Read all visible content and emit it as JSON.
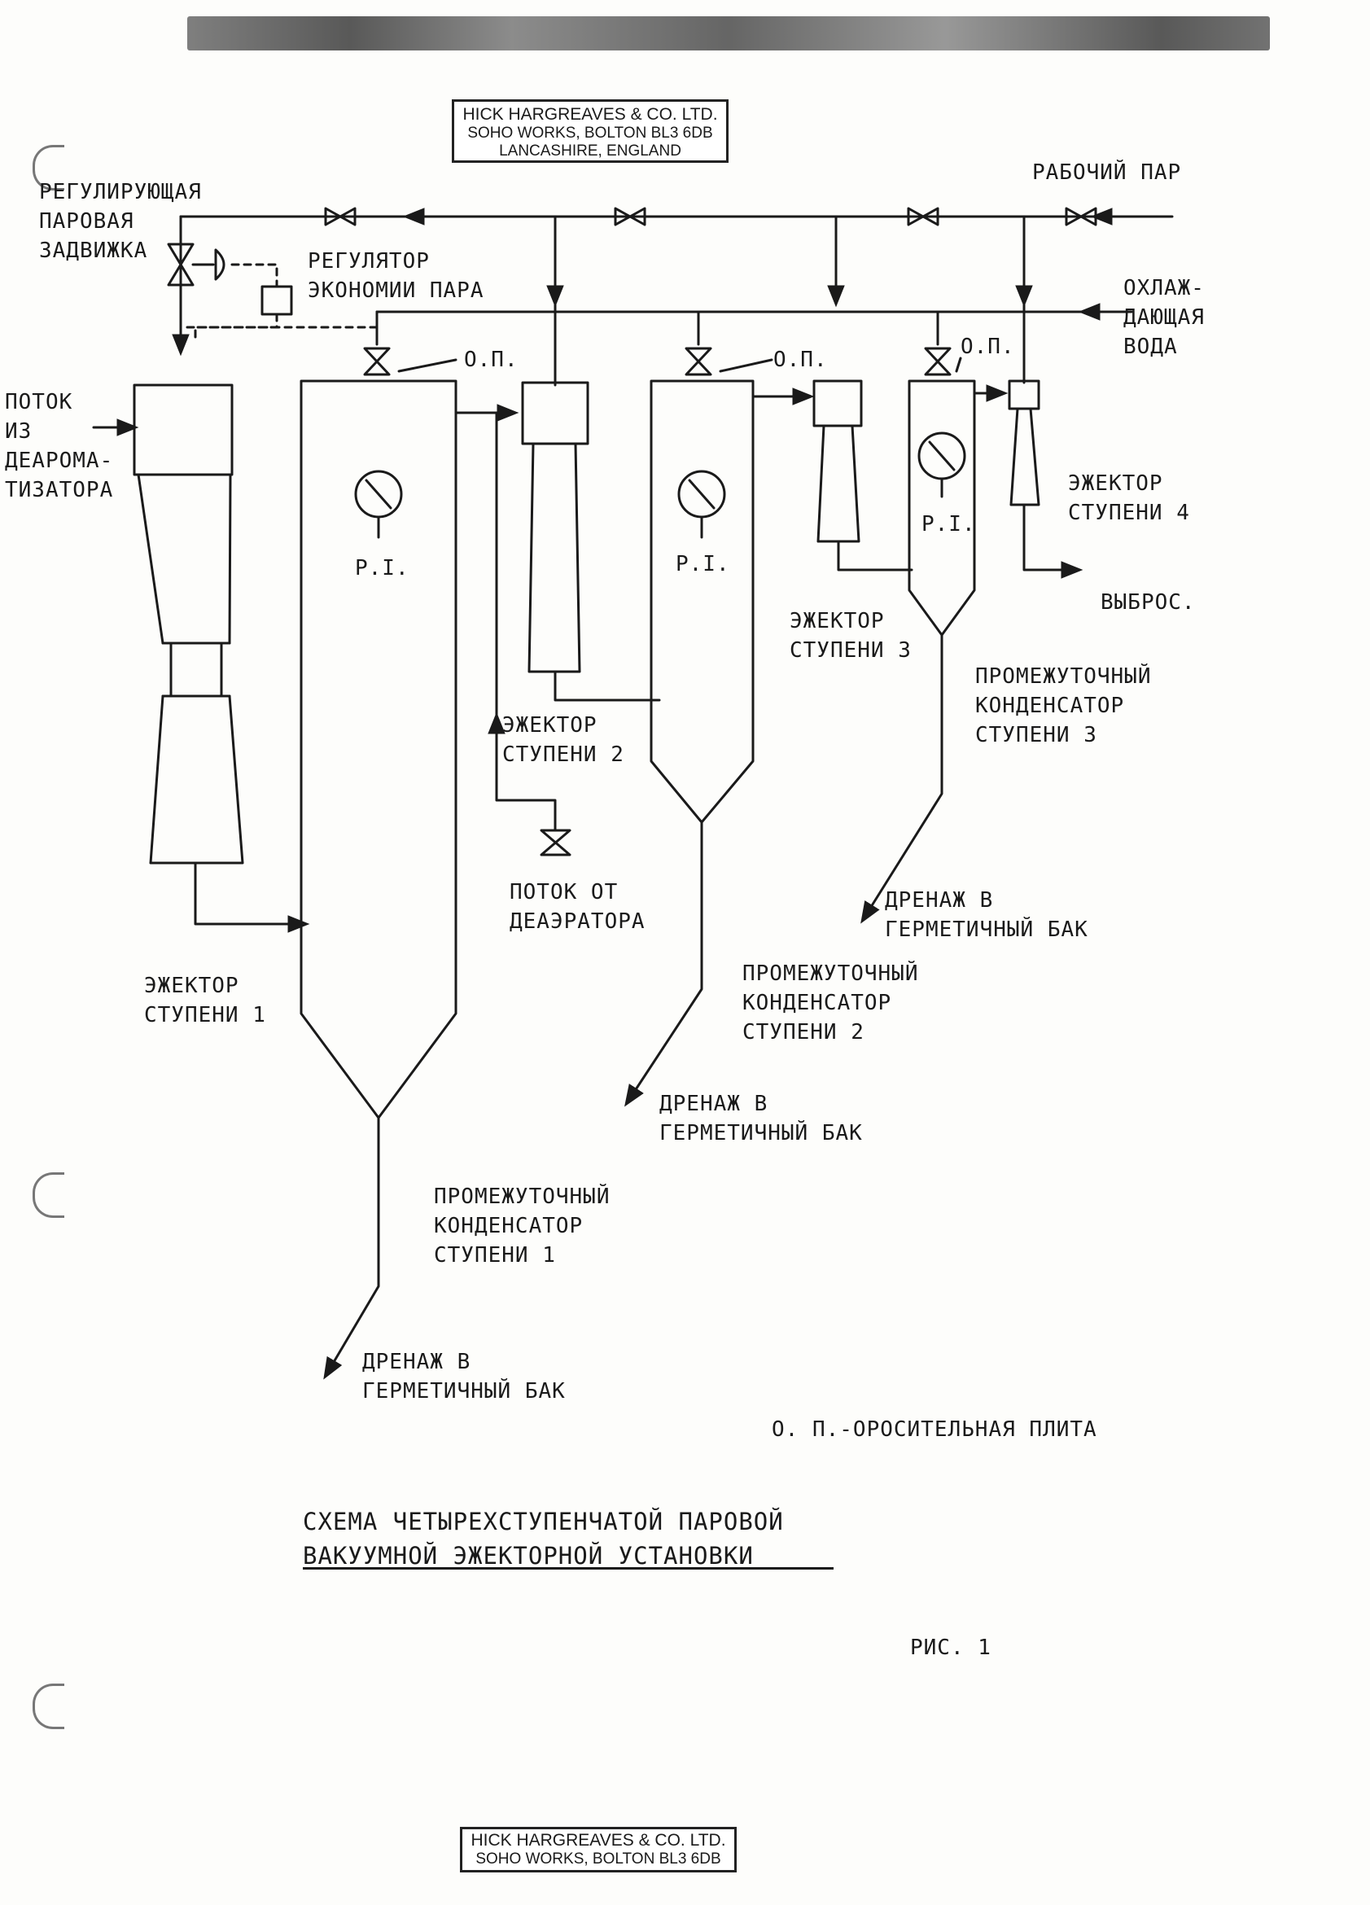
{
  "stamp_top": {
    "line1": "HICK HARGREAVES & CO. LTD.",
    "line2": "SOHO WORKS, BOLTON BL3 6DB",
    "line3": "LANCASHIRE, ENGLAND"
  },
  "stamp_bottom": {
    "line1": "HICK HARGREAVES & CO. LTD.",
    "line2": "SOHO WORKS, BOLTON BL3 6DB"
  },
  "labels": {
    "regulating_valve": "РЕГУЛИРУЮЩАЯ\nПАРОВАЯ\nЗАДВИЖКА",
    "steam_regulator": "РЕГУЛЯТОР\nЭКОНОМИИ ПАРА",
    "working_steam": "РАБОЧИЙ ПАР",
    "cooling_water": "ОХЛАЖ-\nДАЮЩАЯ\nВОДА",
    "flow_from_dearomatizer": "ПОТОК\nИЗ\nДЕАРОМА-\nТИЗАТОРА",
    "op1": "О.П.",
    "op2": "О.П.",
    "op3": "О.П.",
    "pi1": "P.I.",
    "pi2": "P.I.",
    "pi3": "P.I.",
    "ejector_stage4": "ЭЖЕКТОР\nСТУПЕНИ 4",
    "discharge": "ВЫБРОС.",
    "ejector_stage3": "ЭЖЕКТОР\nСТУПЕНИ 3",
    "condenser_stage3": "ПРОМЕЖУТОЧНЫЙ\nКОНДЕНСАТОР\nСТУПЕНИ 3",
    "ejector_stage2": "ЭЖЕКТОР\nСТУПЕНИ 2",
    "flow_from_deaerator": "ПОТОК ОТ\nДЕАЭРАТОРА",
    "drain3": "ДРЕНАЖ В\nГЕРМЕТИЧНЫЙ БАК",
    "condenser_stage2": "ПРОМЕЖУТОЧНЫЙ\nКОНДЕНСАТОР\nСТУПЕНИ 2",
    "ejector_stage1": "ЭЖЕКТОР\nСТУПЕНИ 1",
    "drain2": "ДРЕНАЖ В\nГЕРМЕТИЧНЫЙ БАК",
    "condenser_stage1": "ПРОМЕЖУТОЧНЫЙ\nКОНДЕНСАТОР\nСТУПЕНИ 1",
    "drain1": "ДРЕНАЖ В\nГЕРМЕТИЧНЫЙ БАК",
    "legend_op": "О. П.-ОРОСИТЕЛЬНАЯ ПЛИТА",
    "figure": "РИС. 1"
  },
  "title": "СХЕМА ЧЕТЫРЕХСТУПЕНЧАТОЙ ПАРОВОЙ\nВАКУУМНОЙ ЭЖЕКТОРНОЙ УСТАНОВКИ"
}
